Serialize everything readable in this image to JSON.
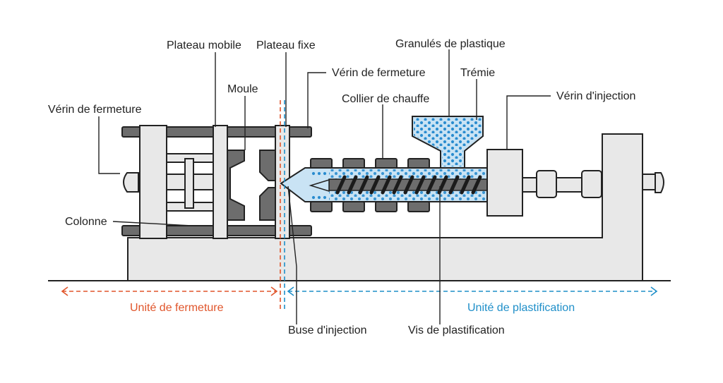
{
  "labels": {
    "plateau_mobile": "Plateau mobile",
    "plateau_fixe": "Plateau fixe",
    "granules": "Granulés de plastique",
    "verin_fermeture_top": "Vérin de fermeture",
    "tremie": "Trémie",
    "moule": "Moule",
    "collier": "Collier de chauffe",
    "verin_injection": "Vérin d'injection",
    "verin_fermeture_left": "Vérin de fermeture",
    "colonne": "Colonne",
    "unite_fermeture": "Unité de fermeture",
    "unite_plastification": "Unité de plastification",
    "buse": "Buse d'injection",
    "vis": "Vis de plastification"
  },
  "colors": {
    "clamping_accent": "#e0552b",
    "plasticizing_accent": "#1f8fc9",
    "barrel_fill": "#c9e3f4",
    "granule_dot": "#2a8ccf"
  }
}
